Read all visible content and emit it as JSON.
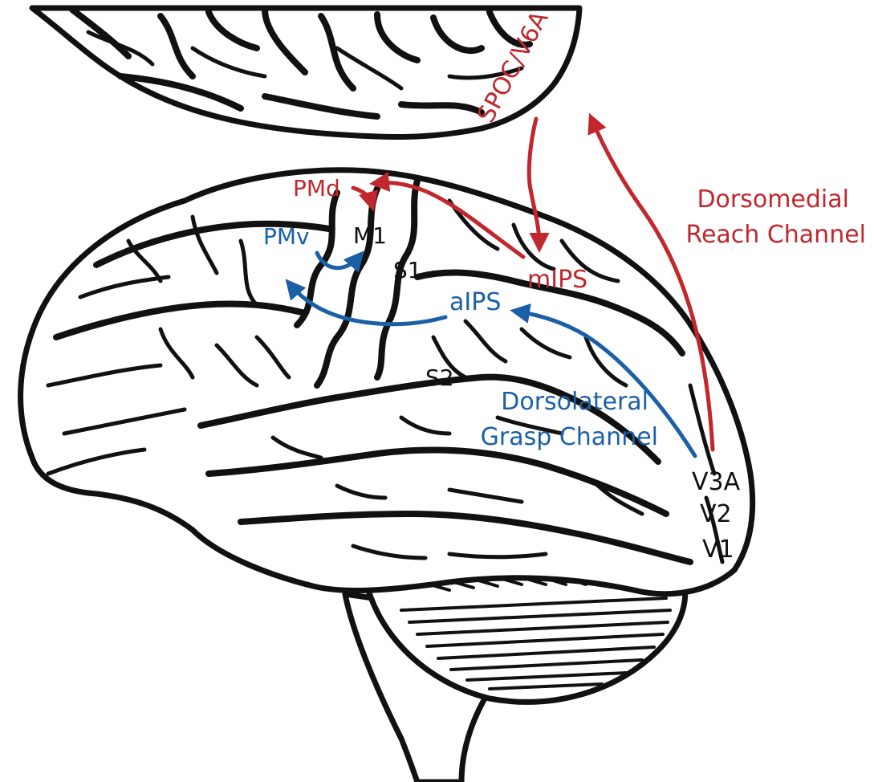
{
  "colors": {
    "reach": "#c1272d",
    "grasp": "#1b5fa6",
    "anatomy": "#111111"
  },
  "labels": {
    "spoc": "SPOC/V6A",
    "pmd": "PMd",
    "pmv": "PMv",
    "m1": "M1",
    "s1": "S1",
    "s2": "S2",
    "mips": "mIPS",
    "aips": "aIPS",
    "v3a": "V3A",
    "v2": "V2",
    "v1": "V1",
    "dorsomedial_line1": "Dorsomedial",
    "dorsomedial_line2": "Reach Channel",
    "dorsolateral_line1": "Dorsolateral",
    "dorsolateral_line2": "Grasp Channel"
  }
}
